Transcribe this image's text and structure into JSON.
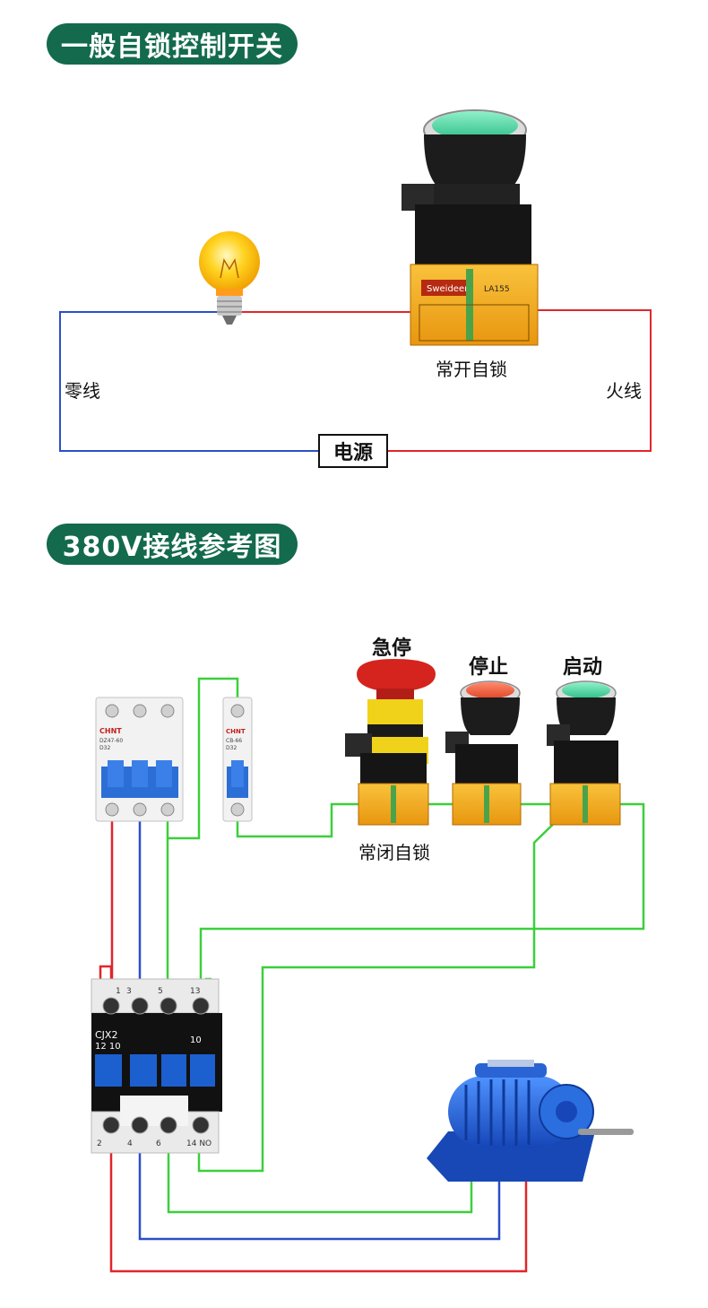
{
  "section1": {
    "title": "一般自锁控制开关",
    "button_label": "常开自锁",
    "neutral_label": "零线",
    "live_label": "火线",
    "power_label": "电源",
    "button_brand": "Sweideer",
    "button_model": "LA155"
  },
  "section2": {
    "title": "380V接线参考图",
    "emergency_label": "急停",
    "stop_label": "停止",
    "start_label": "启动",
    "nc_latch_label": "常闭自锁",
    "breaker_brand": "CHNT",
    "breaker_model": "DZ47-60",
    "breaker_rating": "D32",
    "small_breaker_model": "CB-66",
    "small_breaker_rating": "D32",
    "contactor_model": "CJX2",
    "contactor_rating": "12 10",
    "contactor_aux": "10",
    "terminal_top": [
      "1",
      "3",
      "5",
      "13"
    ],
    "terminal_bottom": [
      "2",
      "4",
      "6",
      "14 NO"
    ]
  },
  "colors": {
    "header_bg": "#136a4c",
    "live": "#e0262b",
    "neutral": "#2b4fc9",
    "control": "#3ccf3c",
    "blue_phase": "#1f5fd6",
    "motor": "#1e63d8"
  }
}
